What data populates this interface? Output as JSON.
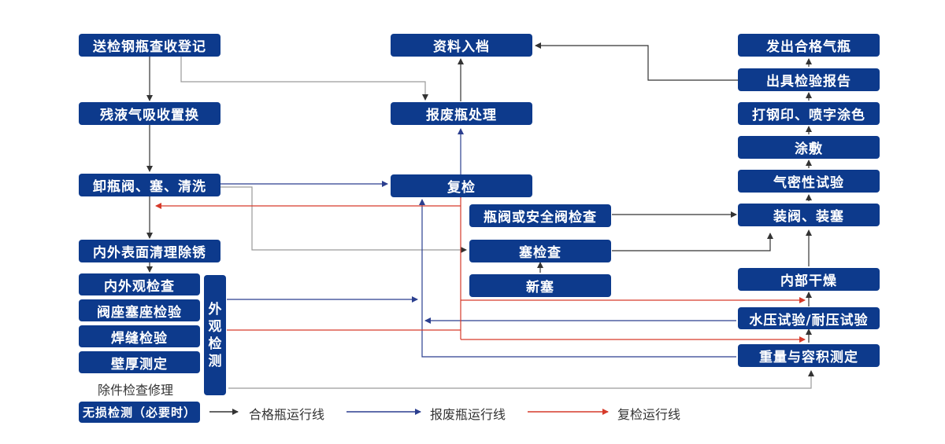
{
  "colors": {
    "box": "#0d3a8c",
    "qualified_line": "#333333",
    "scrap_line": "#2b3f8f",
    "recheck_line": "#d63a2a",
    "gray_line": "#9a9a9a"
  },
  "nodes": {
    "intake": "送检钢瓶查收登记",
    "residual": "残液气吸收置换",
    "unload": "卸瓶阀、塞、清洗",
    "surface_clean": "内外表面清理除锈",
    "inner_outer_check": "内外观检查",
    "seat_check": "阀座塞座检验",
    "weld_check": "焊缝检验",
    "thickness": "壁厚测定",
    "remove_parts": "除件检查修理",
    "ndt": "无损检测（必要时）",
    "appearance_vertical": [
      "外",
      "观",
      "检",
      "测"
    ],
    "archive": "资料入档",
    "scrap": "报废瓶处理",
    "recheck": "复检",
    "valve_check": "瓶阀或安全阀检查",
    "plug_check": "塞检查",
    "new_plug": "新塞",
    "issue": "发出合格气瓶",
    "report": "出具检验报告",
    "stamp": "打钢印、喷字涂色",
    "coat": "涂敷",
    "airtight": "气密性试验",
    "install": "装阀、装塞",
    "dry": "内部干燥",
    "hydro": "水压试验/耐压试验",
    "weigh": "重量与容积测定"
  },
  "legend": {
    "qualified": "合格瓶运行线",
    "scrap": "报废瓶运行线",
    "recheck": "复检运行线"
  }
}
